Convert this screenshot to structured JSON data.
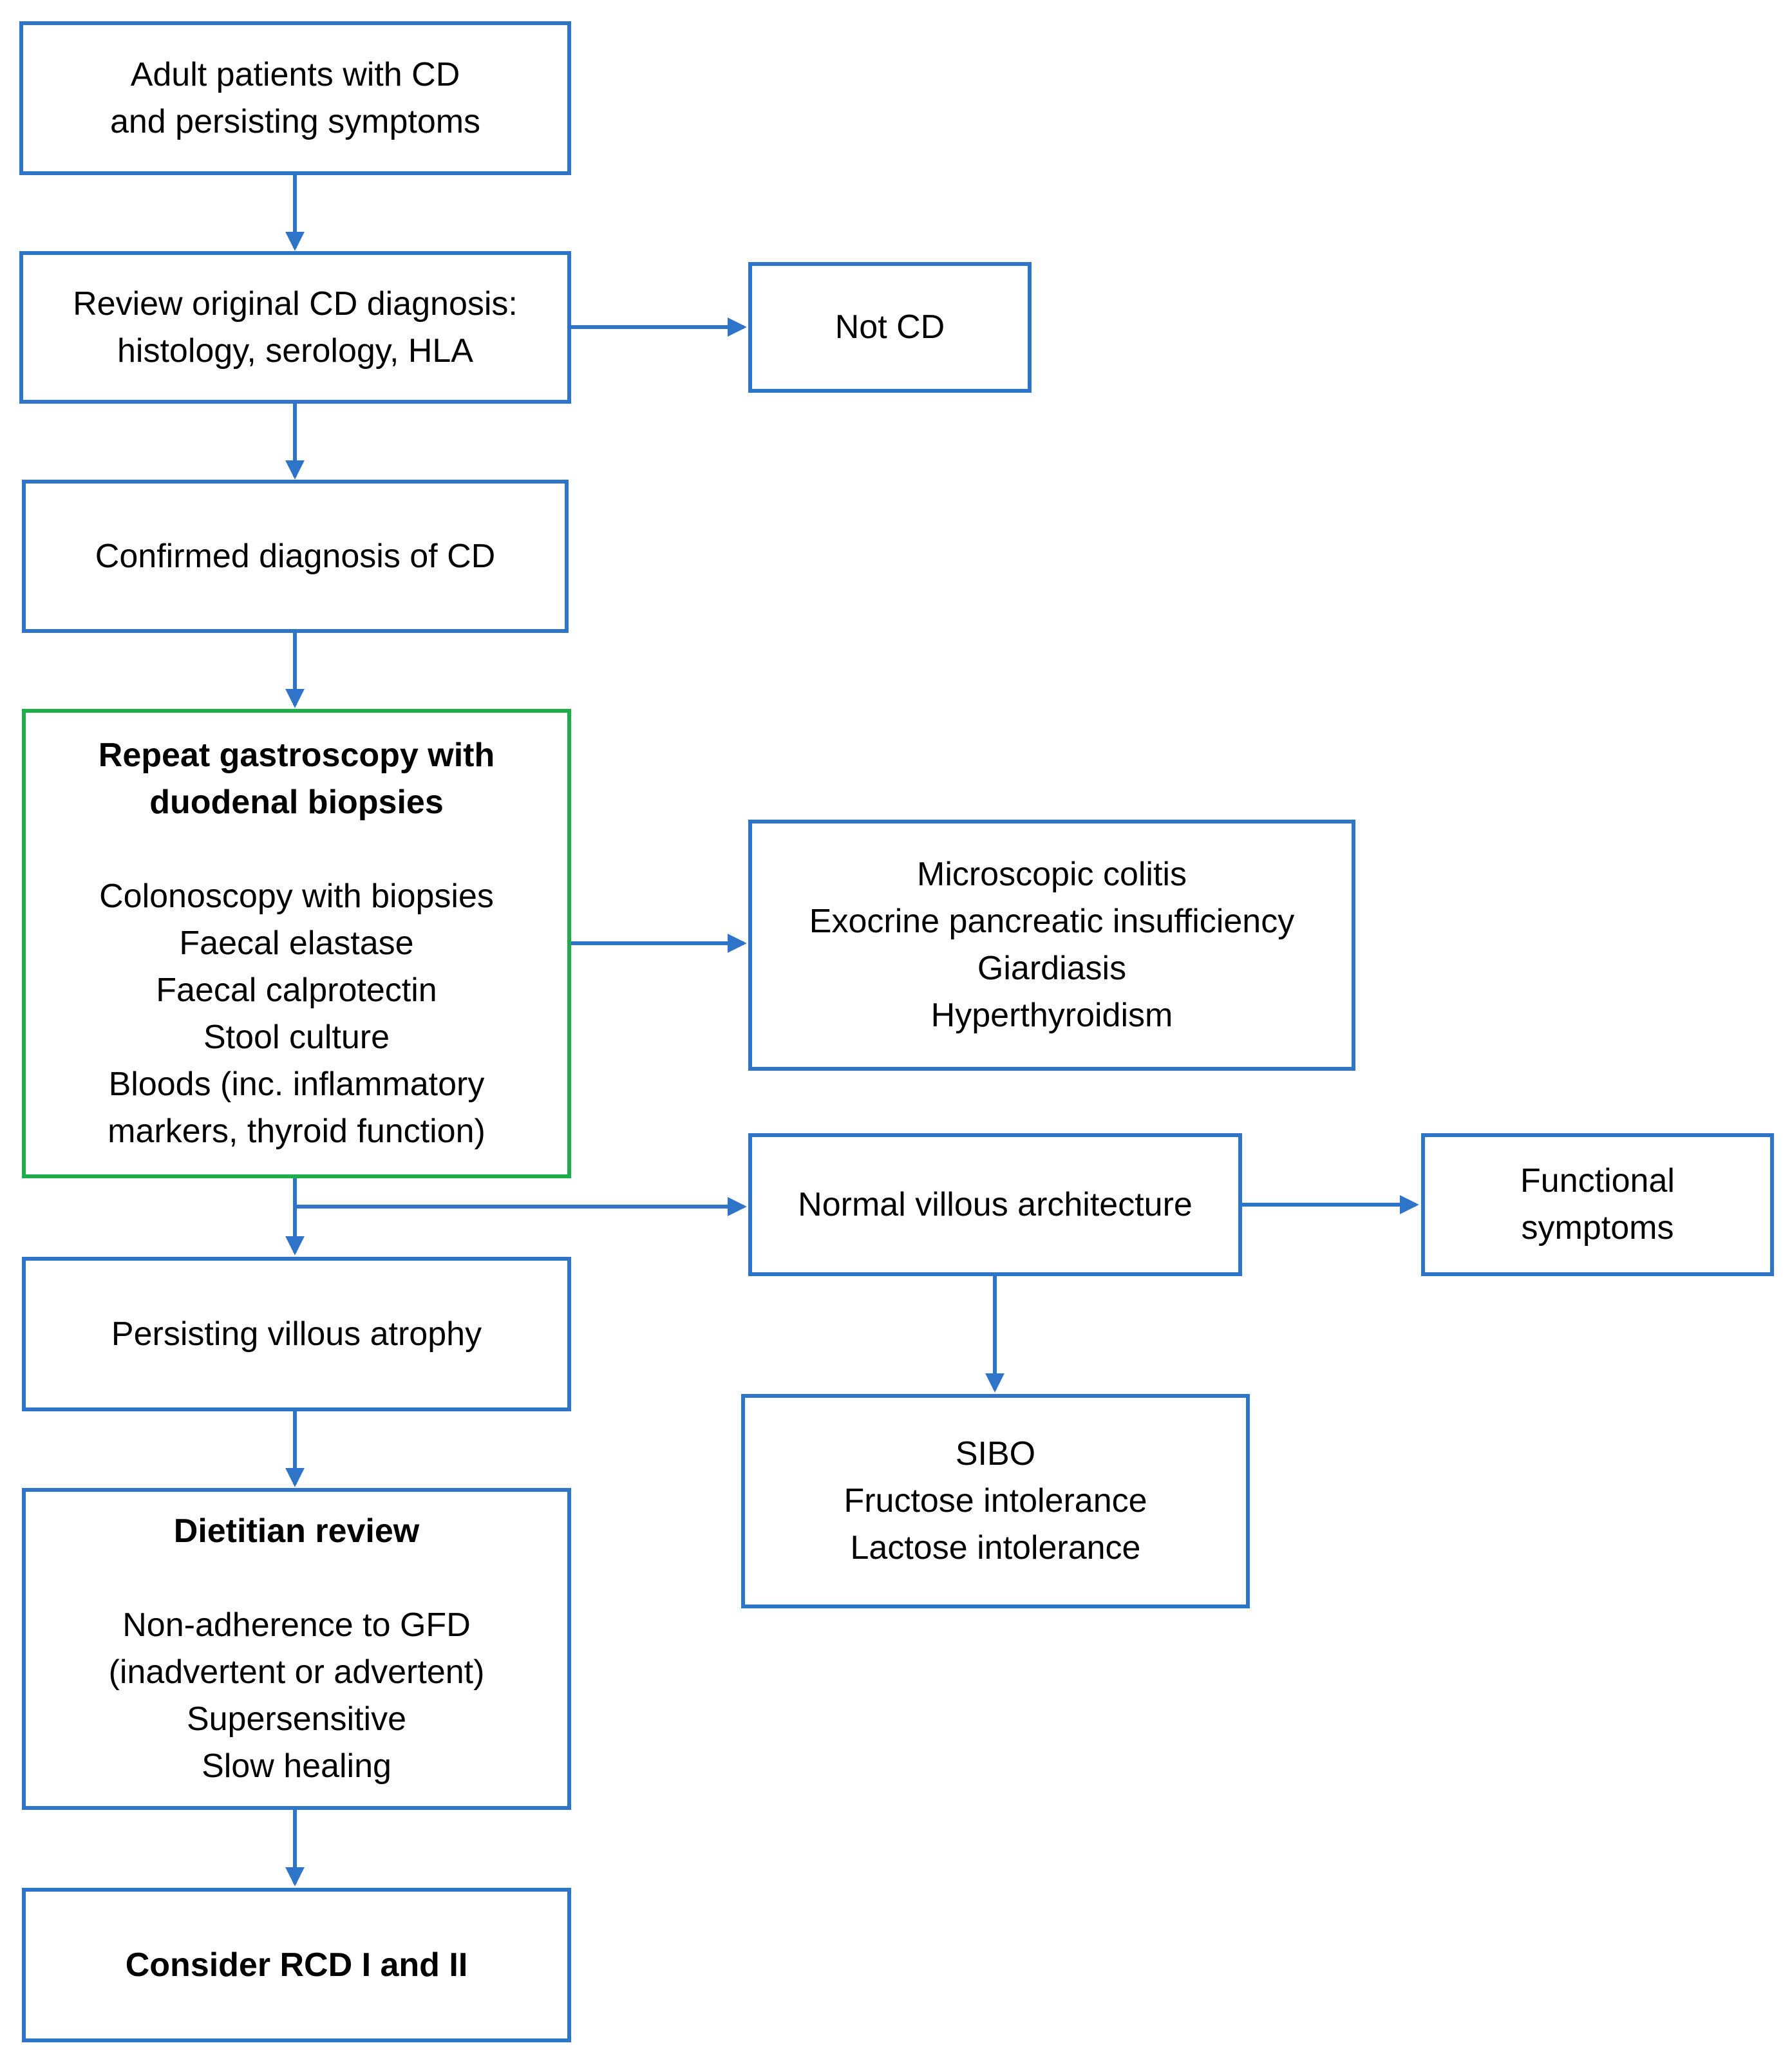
{
  "colors": {
    "box_border": "#2e74c8",
    "highlight_border": "#1ead4b",
    "arrow": "#2e74c8"
  },
  "boxes": {
    "adult": {
      "lines": [
        "Adult patients with CD",
        "and persisting symptoms"
      ]
    },
    "review": {
      "lines": [
        "Review original CD diagnosis:",
        "histology, serology, HLA"
      ]
    },
    "not_cd": {
      "lines": [
        "Not CD"
      ]
    },
    "confirmed": {
      "lines": [
        "Confirmed diagnosis of CD"
      ]
    },
    "repeat": {
      "heading": [
        "Repeat gastroscopy with",
        "duodenal biopsies"
      ],
      "lines": [
        "Colonoscopy with biopsies",
        "Faecal elastase",
        "Faecal calprotectin",
        "Stool culture",
        "Bloods (inc. inflammatory",
        "markers, thyroid function)"
      ]
    },
    "microscopic": {
      "lines": [
        "Microscopic colitis",
        "Exocrine pancreatic insufficiency",
        "Giardiasis",
        "Hyperthyroidism"
      ]
    },
    "normal": {
      "lines": [
        "Normal villous architecture"
      ]
    },
    "functional": {
      "lines": [
        "Functional",
        "symptoms"
      ]
    },
    "persisting": {
      "lines": [
        "Persisting villous atrophy"
      ]
    },
    "sibo": {
      "lines": [
        "SIBO",
        "Fructose intolerance",
        "Lactose intolerance"
      ]
    },
    "dietitian": {
      "heading": [
        "Dietitian review"
      ],
      "lines": [
        "Non-adherence to GFD",
        "(inadvertent or advertent)",
        "Supersensitive",
        "Slow healing"
      ]
    },
    "rcd": {
      "heading": [
        "Consider RCD I and II"
      ]
    }
  }
}
